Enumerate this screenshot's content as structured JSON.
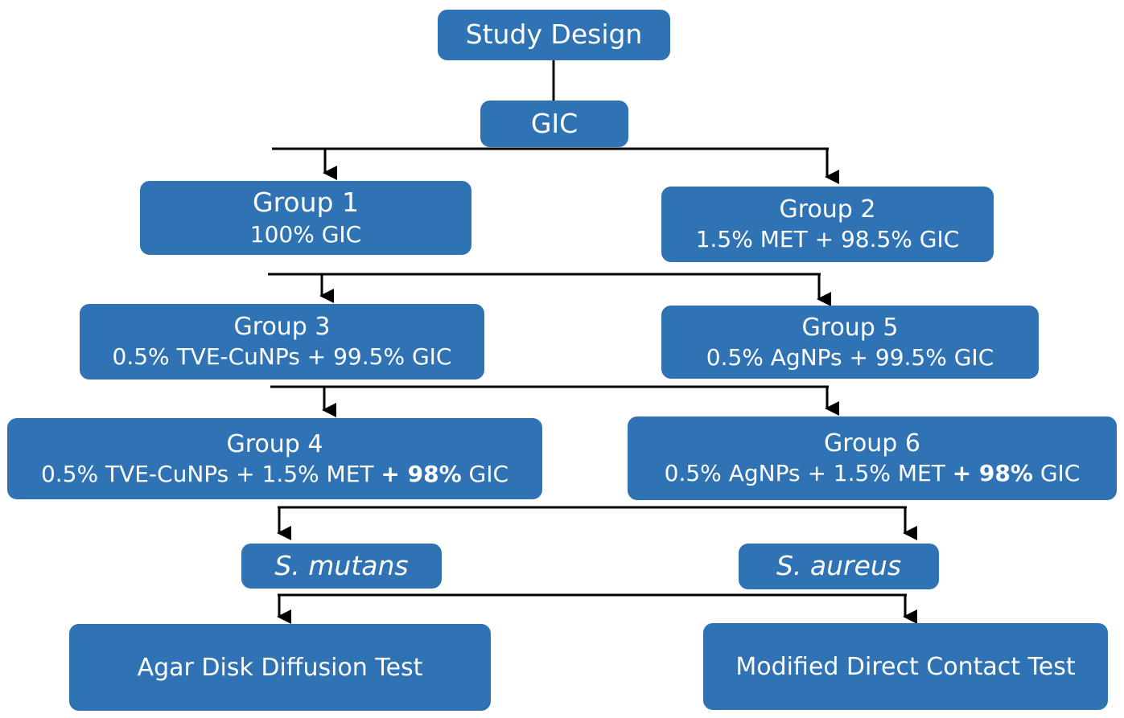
{
  "nodes": {
    "study_design": {
      "title": "Study Design"
    },
    "gic": {
      "title": "GIC"
    },
    "group1": {
      "title": "Group 1",
      "sub": "100% GIC"
    },
    "group2": {
      "title": "Group 2",
      "sub": "1.5% MET + 98.5% GIC"
    },
    "group3": {
      "title": "Group 3",
      "sub": "0.5% TVE-CuNPs + 99.5% GIC"
    },
    "group5": {
      "title": "Group 5",
      "sub": "0.5% AgNPs + 99.5% GIC"
    },
    "group4": {
      "title": "Group 4",
      "sub_a": "0.5% TVE-CuNPs + 1.5% MET ",
      "sub_bold": "+ 98%",
      "sub_c": " GIC"
    },
    "group6": {
      "title": "Group 6",
      "sub_a": "0.5% AgNPs + 1.5% MET ",
      "sub_bold": "+ 98%",
      "sub_c": " GIC"
    },
    "s_mutans": {
      "title": "S. mutans"
    },
    "s_aureus": {
      "title": "S. aureus"
    },
    "agar_test": {
      "title": "Agar Disk Diffusion Test"
    },
    "mdct_test": {
      "title": "Modified Direct Contact Test"
    }
  },
  "colors": {
    "box_fill": "#2f73b4",
    "box_text": "#ffffff",
    "connector": "#000000"
  }
}
